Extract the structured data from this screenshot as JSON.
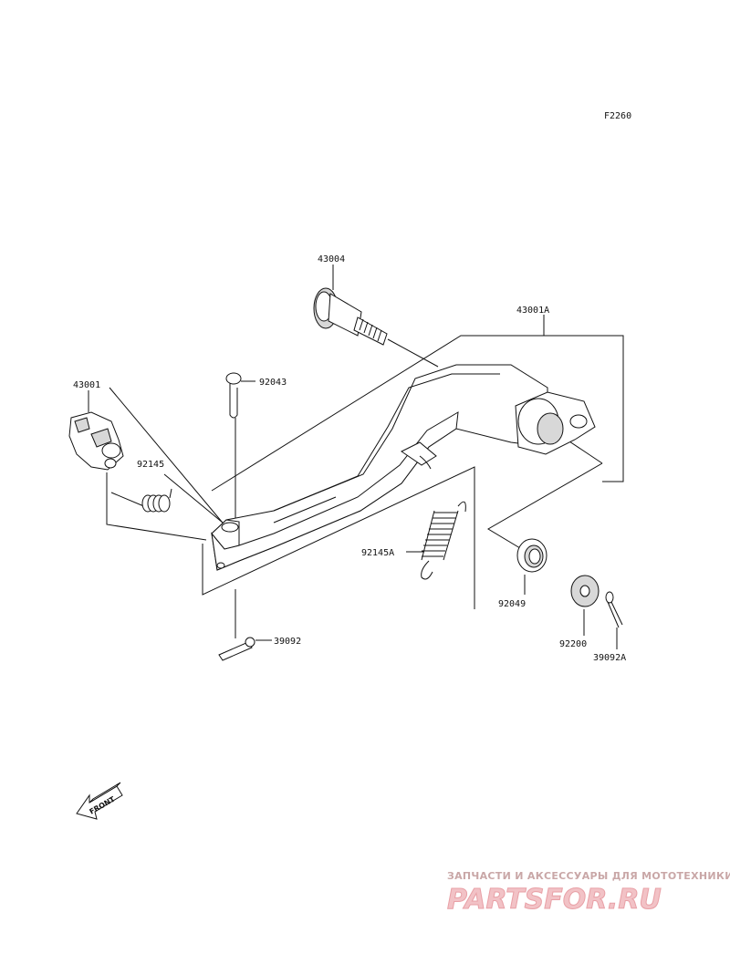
{
  "figure_code": "F2260",
  "parts": [
    {
      "id": "p43004",
      "label": "43004"
    },
    {
      "id": "p43001A",
      "label": "43001A"
    },
    {
      "id": "p92043",
      "label": "92043"
    },
    {
      "id": "p43001",
      "label": "43001"
    },
    {
      "id": "p92145",
      "label": "92145"
    },
    {
      "id": "p92145A",
      "label": "92145A"
    },
    {
      "id": "p92049",
      "label": "92049"
    },
    {
      "id": "p92200",
      "label": "92200"
    },
    {
      "id": "p39092A",
      "label": "39092A"
    },
    {
      "id": "p39092",
      "label": "39092"
    }
  ],
  "front_arrow": {
    "label": "FRONT"
  },
  "watermark": {
    "tagline": "ЗАПЧАСТИ И АКСЕССУАРЫ ДЛЯ МОТОТЕХНИКИ",
    "brand": "PARTSFOR.RU"
  }
}
